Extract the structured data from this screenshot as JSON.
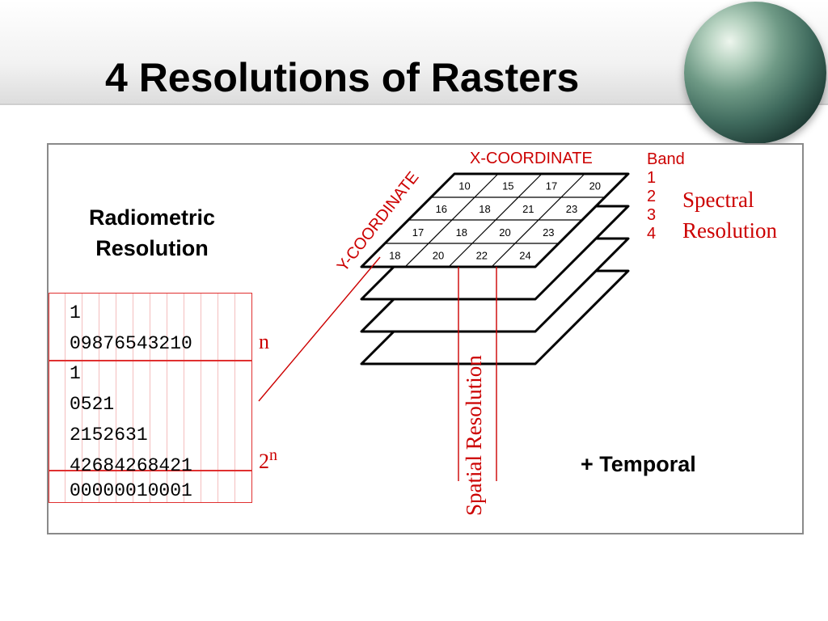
{
  "slide": {
    "title": "4 Resolutions of Rasters"
  },
  "radiometric": {
    "label_line1": "Radiometric",
    "label_line2": "Resolution",
    "bits_row1": "1\n09876543210",
    "bits_row2": "1\n0521\n2152631\n42684268421",
    "bits_row3": "00000010001",
    "n_label": "n",
    "two_base": "2",
    "two_exp": "n"
  },
  "spectral": {
    "band_header": "Band",
    "bands": [
      "1",
      "2",
      "3",
      "4"
    ],
    "label_line1": "Spectral",
    "label_line2": "Resolution"
  },
  "spatial": {
    "x_axis_label": "X-COORDINATE",
    "y_axis_label": "Y-COORDINATE",
    "label": "Spatial Resolution",
    "grid_rows": [
      [
        "10",
        "15",
        "17",
        "20"
      ],
      [
        "16",
        "18",
        "21",
        "23"
      ],
      [
        "17",
        "18",
        "20",
        "23"
      ],
      [
        "18",
        "20",
        "22",
        "24"
      ]
    ]
  },
  "temporal": {
    "label": "+ Temporal"
  },
  "colors": {
    "accent": "#cc0000",
    "frame": "#8a8a8a",
    "text": "#000000"
  }
}
